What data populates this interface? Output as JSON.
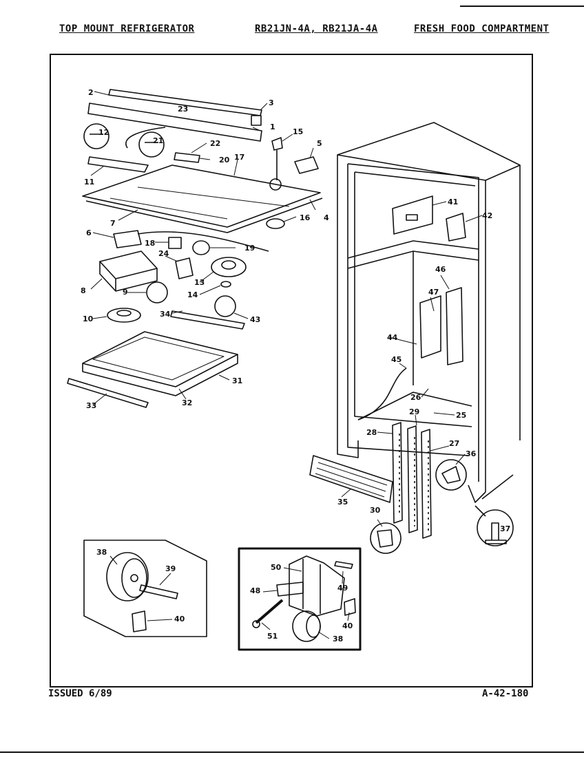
{
  "header": {
    "left": "TOP MOUNT REFRIGERATOR",
    "center": "RB21JN-4A, RB21JA-4A",
    "right": "FRESH FOOD COMPARTMENT"
  },
  "footer": {
    "issued": "ISSUED 6/89",
    "code": "A-42-180"
  },
  "callouts": [
    "2",
    "3",
    "23",
    "1",
    "15",
    "5",
    "12",
    "21",
    "22",
    "20",
    "17",
    "11",
    "7",
    "4",
    "16",
    "6",
    "18",
    "19",
    "24",
    "8",
    "13",
    "14",
    "9",
    "34",
    "43",
    "10",
    "31",
    "32",
    "33",
    "41",
    "42",
    "46",
    "47",
    "44",
    "45",
    "26",
    "29",
    "25",
    "28",
    "27",
    "36",
    "35",
    "30",
    "37",
    "38",
    "39",
    "40",
    "50",
    "49",
    "48",
    "40",
    "51",
    "38"
  ]
}
